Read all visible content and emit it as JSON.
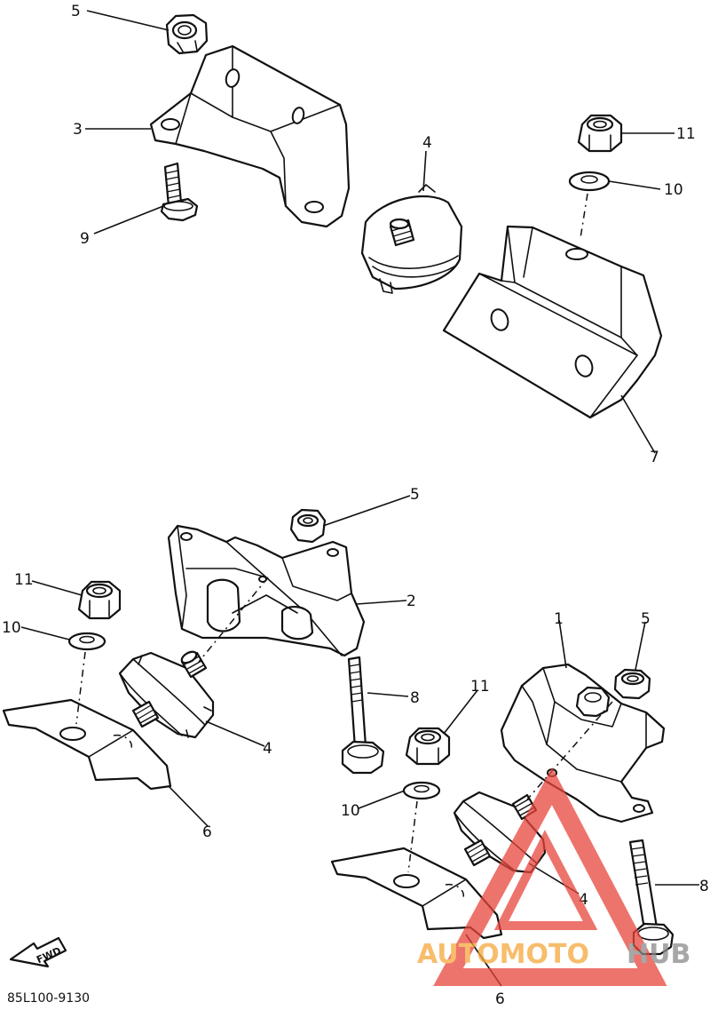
{
  "diagram": {
    "callouts": [
      {
        "id": "c5a",
        "label": "5"
      },
      {
        "id": "c3",
        "label": "3"
      },
      {
        "id": "c9",
        "label": "9"
      },
      {
        "id": "c4a",
        "label": "4"
      },
      {
        "id": "c11a",
        "label": "11"
      },
      {
        "id": "c10a",
        "label": "10"
      },
      {
        "id": "c7",
        "label": "7"
      },
      {
        "id": "c5b",
        "label": "5"
      },
      {
        "id": "c2",
        "label": "2"
      },
      {
        "id": "c11b",
        "label": "11"
      },
      {
        "id": "c10b",
        "label": "10"
      },
      {
        "id": "c8a",
        "label": "8"
      },
      {
        "id": "c4b",
        "label": "4"
      },
      {
        "id": "c6a",
        "label": "6"
      },
      {
        "id": "c1",
        "label": "1"
      },
      {
        "id": "c5c",
        "label": "5"
      },
      {
        "id": "c11c",
        "label": "11"
      },
      {
        "id": "c10c",
        "label": "10"
      },
      {
        "id": "c4c",
        "label": "4"
      },
      {
        "id": "c8b",
        "label": "8"
      },
      {
        "id": "c6b",
        "label": "6"
      }
    ],
    "fwd_label": "FWD",
    "part_code": "85L100-9130"
  },
  "watermark": {
    "orange_text": "AUTOMOTO",
    "gray_text": "HUB",
    "color_red": "#e8463c",
    "color_orange": "#f5a83c",
    "color_gray": "#8a8a8a"
  }
}
